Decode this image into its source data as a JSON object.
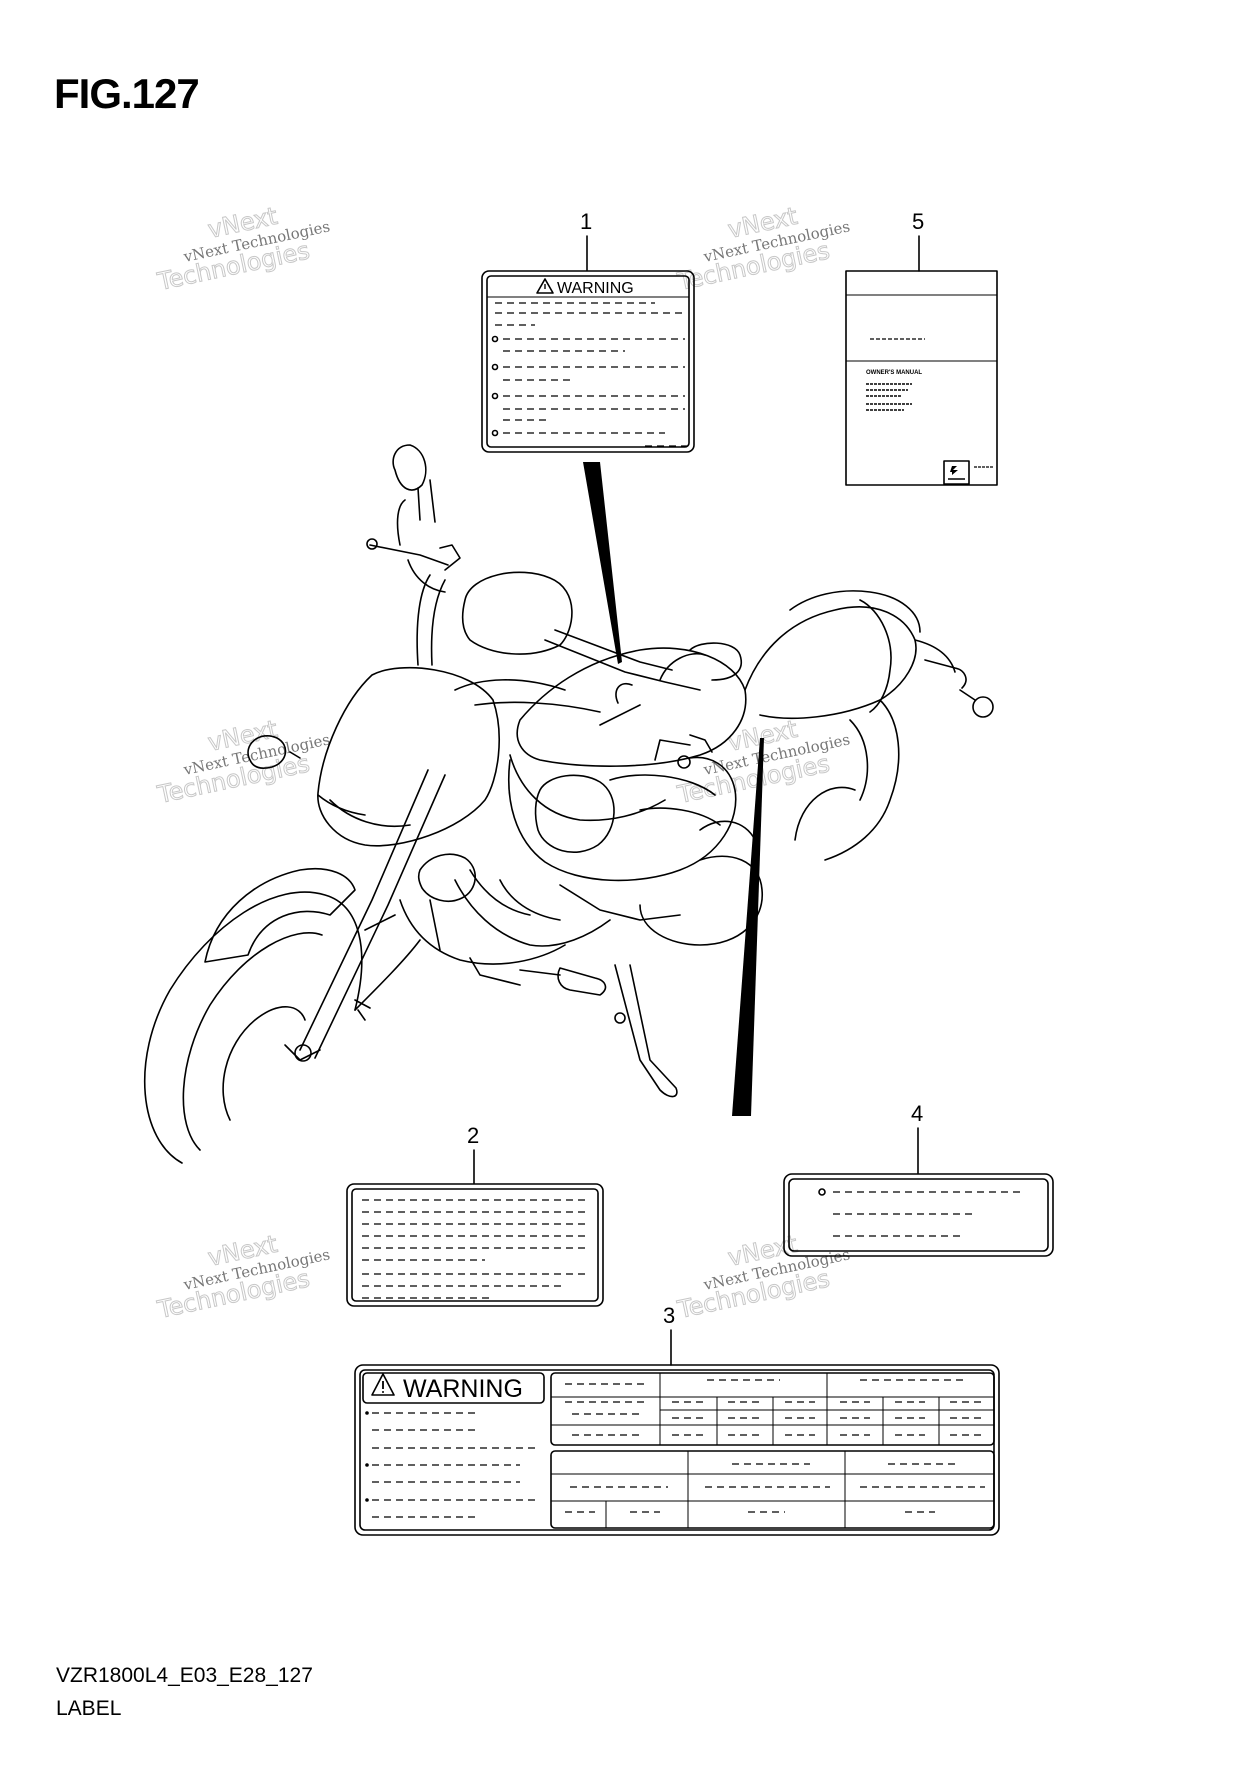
{
  "figure": {
    "title": "FIG.127",
    "model_code": "VZR1800L4_E03_E28_127",
    "group_name": "LABEL"
  },
  "callouts": {
    "c1": "1",
    "c2": "2",
    "c3": "3",
    "c4": "4",
    "c5": "5"
  },
  "labels": {
    "label1_heading": "WARNING",
    "label3_heading": "WARNING",
    "label5_manual_text": "OWNER'S MANUAL"
  },
  "watermark": {
    "line1": "vNext Technologies",
    "line2": "Technologies",
    "line3": "vNext"
  },
  "icons": [
    "warning-triangle-icon",
    "brand-logo-icon"
  ]
}
